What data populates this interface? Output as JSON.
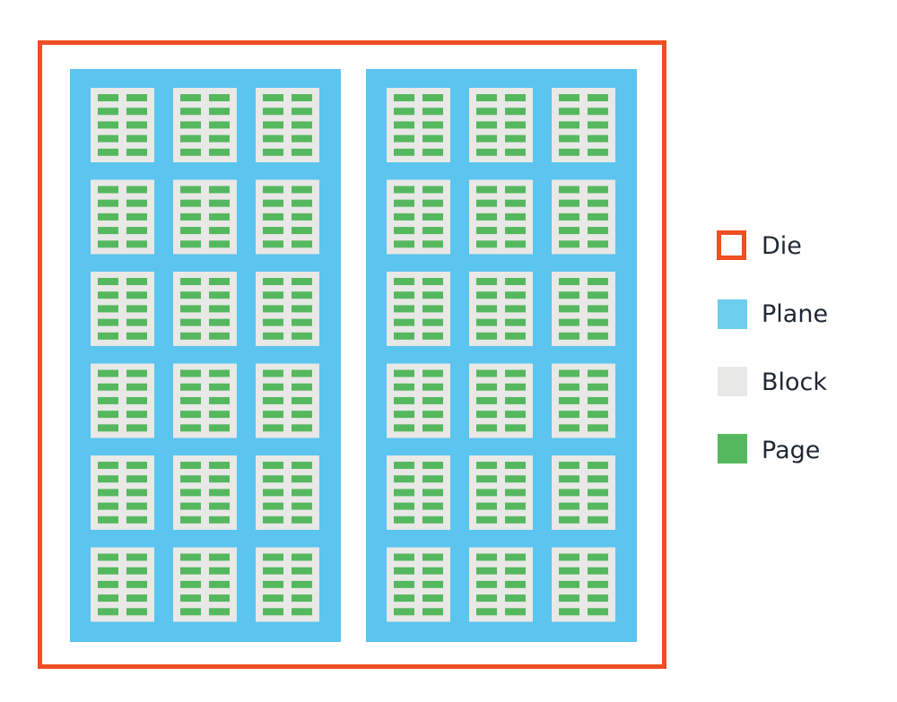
{
  "colors": {
    "die": "#f04e23",
    "plane": "#5bc4ef",
    "block": "#e8e8e6",
    "page": "#55b85f",
    "text": "#1f2733",
    "background": "#ffffff"
  },
  "structure": {
    "planes": 2,
    "block_rows": 6,
    "block_cols": 3,
    "page_rows": 5,
    "page_cols": 2
  },
  "legend": [
    {
      "key": "die",
      "label": "Die",
      "style": "outline",
      "color": "#f04e23"
    },
    {
      "key": "plane",
      "label": "Plane",
      "style": "fill",
      "color": "#6ccdec"
    },
    {
      "key": "block",
      "label": "Block",
      "style": "fill",
      "color": "#e8e8e6"
    },
    {
      "key": "page",
      "label": "Page",
      "style": "fill",
      "color": "#55b85f"
    }
  ]
}
